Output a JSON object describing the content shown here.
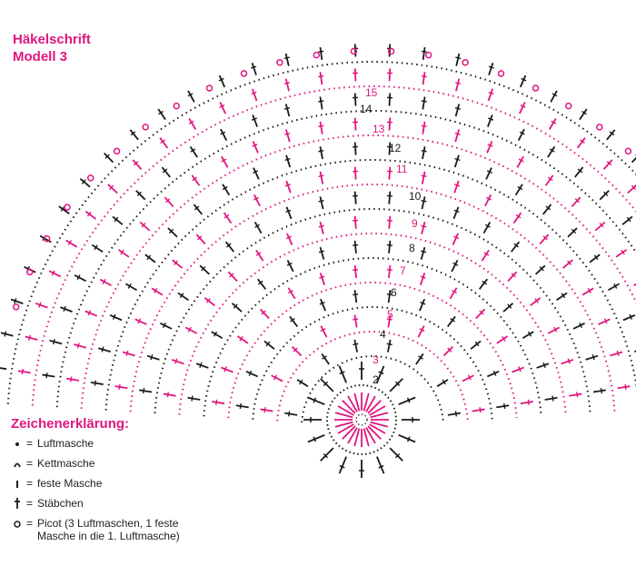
{
  "title": {
    "line1": "Häkelschrift",
    "line2": "Modell 3"
  },
  "colors": {
    "pink": "#e0157f",
    "black": "#1a1a1a"
  },
  "row_numbers": [
    "2",
    "3",
    "4",
    "5",
    "6",
    "7",
    "8",
    "9",
    "10",
    "11",
    "12",
    "13",
    "14",
    "15"
  ],
  "legend": {
    "heading": "Zeichenerklärung:",
    "equals": "=",
    "items": [
      {
        "symbol": "chain-stitch-icon",
        "label": "Luftmasche"
      },
      {
        "symbol": "slip-stitch-icon",
        "label": "Kettmasche"
      },
      {
        "symbol": "single-crochet-icon",
        "label": "feste Masche"
      },
      {
        "symbol": "double-crochet-icon",
        "label": "Stäbchen"
      },
      {
        "symbol": "picot-icon",
        "label": "Picot (3 Luftmaschen, 1 feste",
        "label2": "Masche in die 1. Luftmasche)"
      }
    ]
  }
}
